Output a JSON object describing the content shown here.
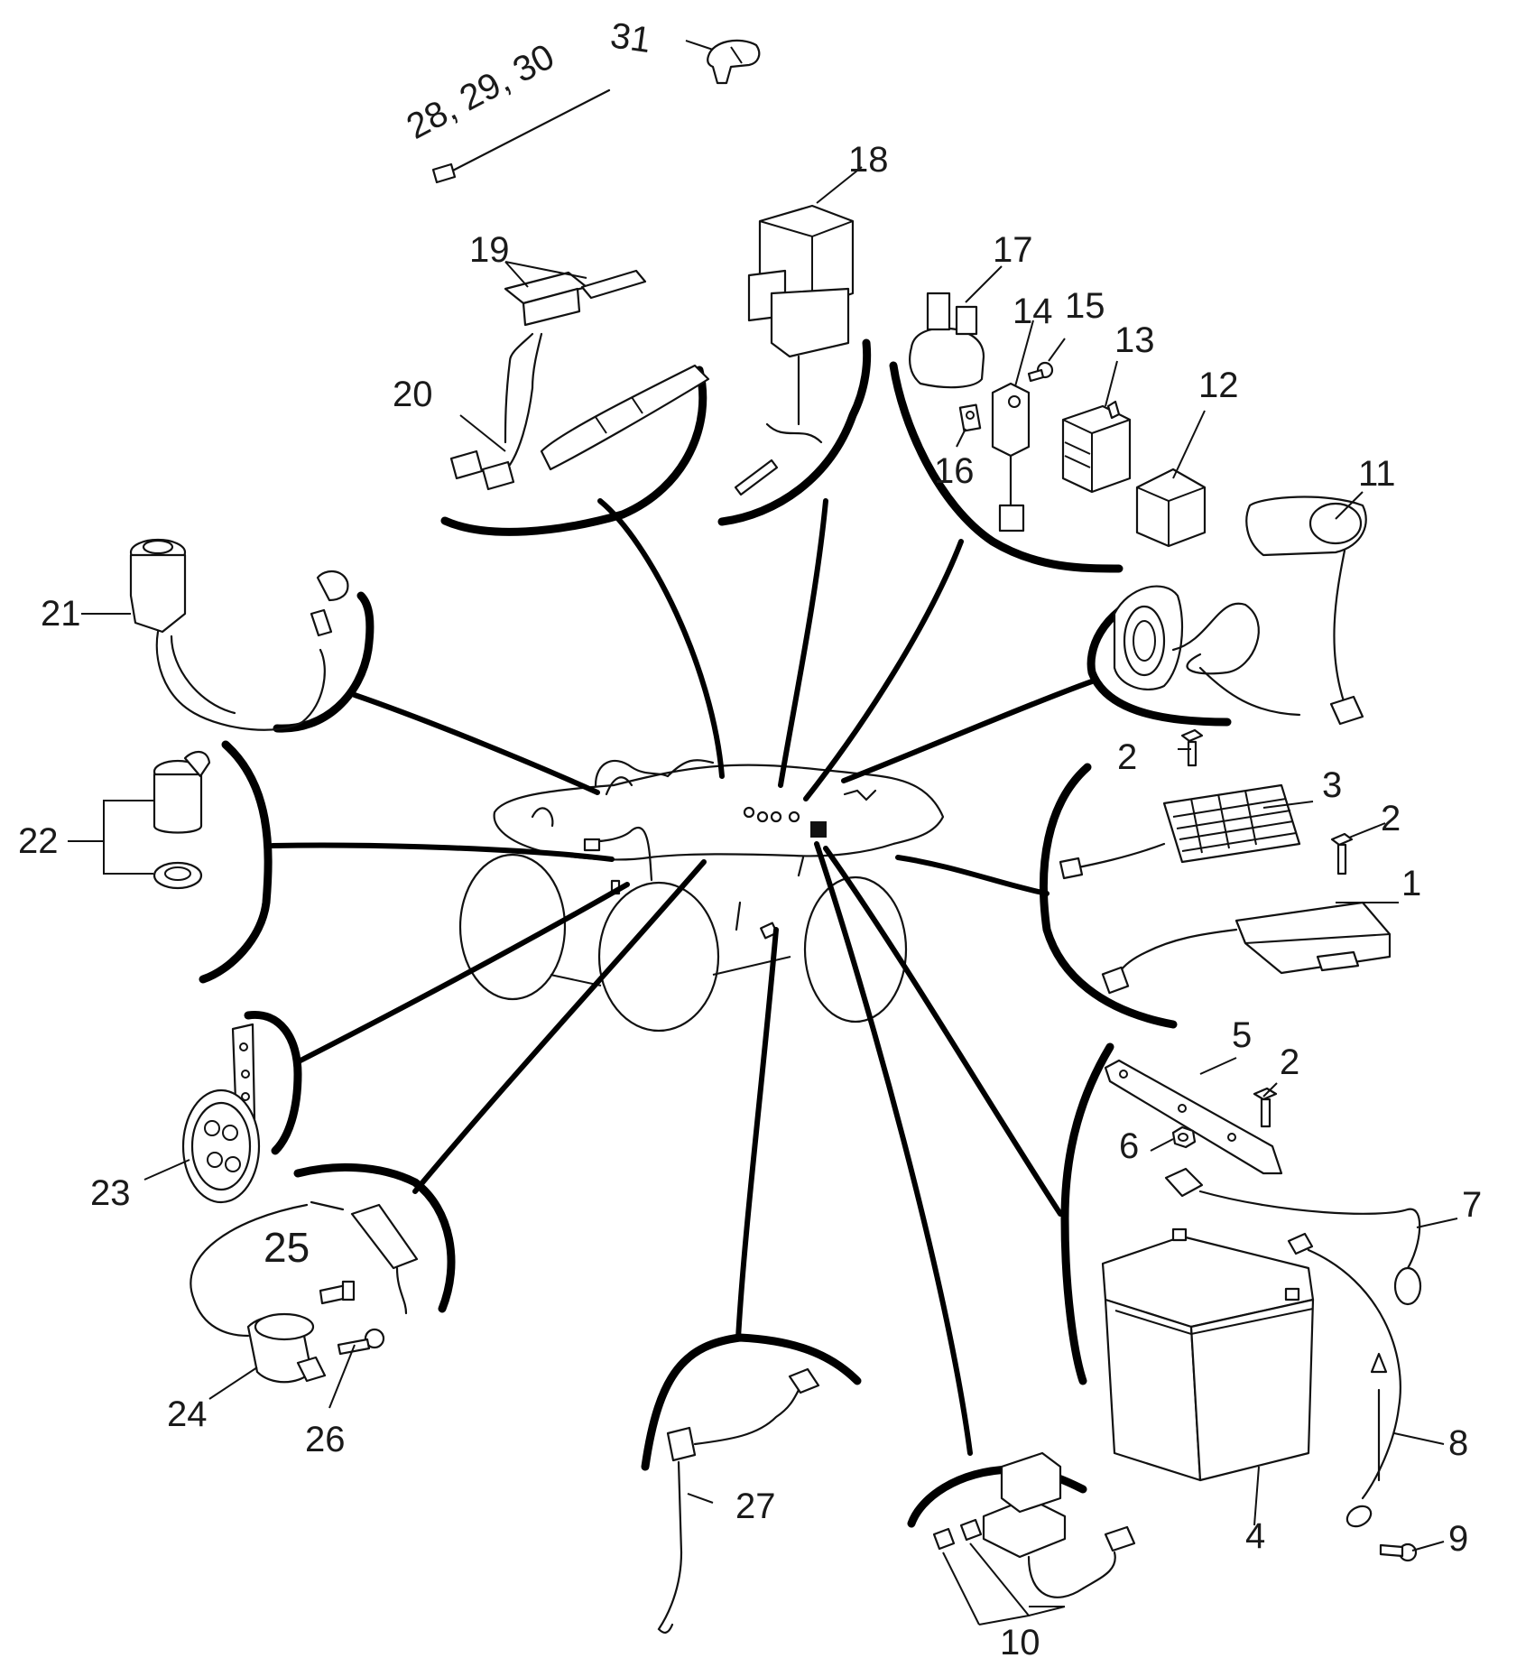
{
  "parts": [
    {
      "id": "1",
      "label": "1"
    },
    {
      "id": "2a",
      "label": "2"
    },
    {
      "id": "2b",
      "label": "2"
    },
    {
      "id": "2c",
      "label": "2"
    },
    {
      "id": "3",
      "label": "3"
    },
    {
      "id": "4",
      "label": "4"
    },
    {
      "id": "5",
      "label": "5"
    },
    {
      "id": "6",
      "label": "6"
    },
    {
      "id": "7",
      "label": "7"
    },
    {
      "id": "8",
      "label": "8"
    },
    {
      "id": "9",
      "label": "9"
    },
    {
      "id": "10",
      "label": "10"
    },
    {
      "id": "11",
      "label": "11"
    },
    {
      "id": "12",
      "label": "12"
    },
    {
      "id": "13",
      "label": "13"
    },
    {
      "id": "14",
      "label": "14"
    },
    {
      "id": "15",
      "label": "15"
    },
    {
      "id": "16",
      "label": "16"
    },
    {
      "id": "17",
      "label": "17"
    },
    {
      "id": "18",
      "label": "18"
    },
    {
      "id": "19",
      "label": "19"
    },
    {
      "id": "20",
      "label": "20"
    },
    {
      "id": "21",
      "label": "21"
    },
    {
      "id": "22",
      "label": "22"
    },
    {
      "id": "23",
      "label": "23"
    },
    {
      "id": "24",
      "label": "24"
    },
    {
      "id": "25",
      "label": "25"
    },
    {
      "id": "26",
      "label": "26"
    },
    {
      "id": "27",
      "label": "27"
    },
    {
      "id": "28-30",
      "label": "28, 29, 30"
    },
    {
      "id": "31",
      "label": "31"
    }
  ]
}
